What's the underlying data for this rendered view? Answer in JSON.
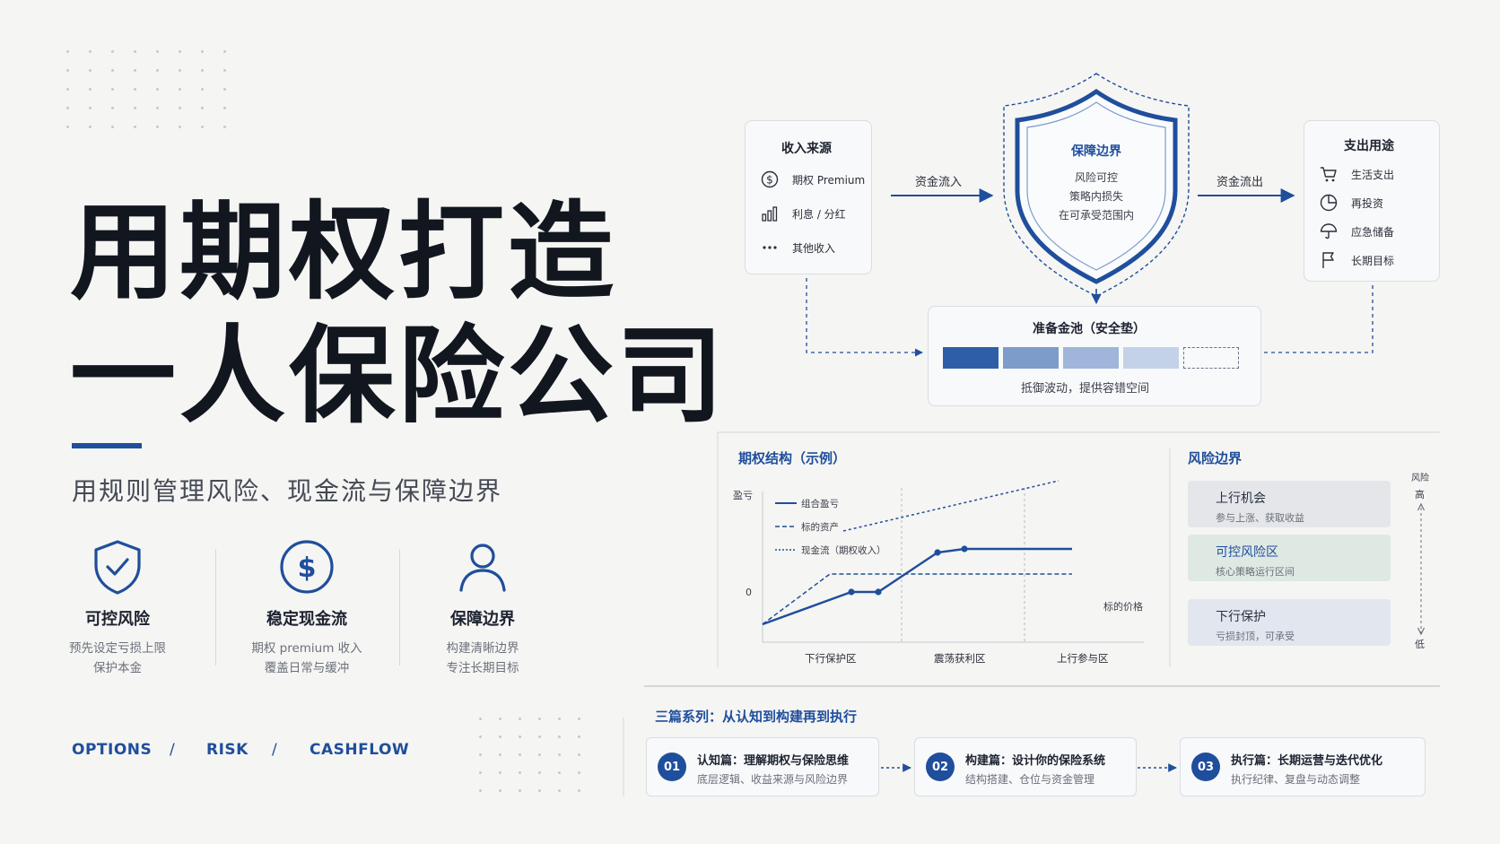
{
  "hero": {
    "title_line1": "用期权打造",
    "title_line2": "一人保险公司",
    "subtitle": "用规则管理风险、现金流与保障边界"
  },
  "features": [
    {
      "title": "可控风险",
      "line1": "预先设定亏损上限",
      "line2": "保护本金",
      "icon": "shield-check-icon"
    },
    {
      "title": "稳定现金流",
      "line1": "期权 premium 收入",
      "line2": "覆盖日常与缓冲",
      "icon": "dollar-circle-icon"
    },
    {
      "title": "保障边界",
      "line1": "构建清晰边界",
      "line2": "专注长期目标",
      "icon": "person-icon"
    }
  ],
  "tags": [
    "OPTIONS",
    "RISK",
    "CASHFLOW"
  ],
  "tag_separator": "/",
  "flow": {
    "income": {
      "title": "收入来源",
      "items": [
        {
          "label": "期权 Premium",
          "icon": "dollar-circle-icon"
        },
        {
          "label": "利息 / 分红",
          "icon": "bar-chart-icon"
        },
        {
          "label": "其他收入",
          "icon": "dots-icon"
        }
      ]
    },
    "inflow_label": "资金流入",
    "shield": {
      "title": "保障边界",
      "lines": [
        "风险可控",
        "策略内损失",
        "在可承受范围内"
      ]
    },
    "outflow_label": "资金流出",
    "expense": {
      "title": "支出用途",
      "items": [
        {
          "label": "生活支出",
          "icon": "cart-icon"
        },
        {
          "label": "再投资",
          "icon": "pie-icon"
        },
        {
          "label": "应急储备",
          "icon": "umbrella-icon"
        },
        {
          "label": "长期目标",
          "icon": "flag-icon"
        }
      ]
    },
    "reserve": {
      "title": "准备金池（安全垫）",
      "caption": "抵御波动，提供容错空间",
      "segment_colors": [
        "#2e5ea8",
        "#7d9cc9",
        "#9fb6da",
        "#c3d2e8"
      ],
      "fill_levels": 4,
      "total_levels": 5
    }
  },
  "payoff": {
    "section_title": "期权结构（示例）",
    "y_label": "盈亏",
    "y_zero_label": "0",
    "x_label": "标的价格",
    "legend": [
      {
        "label": "组合盈亏",
        "style": "solid"
      },
      {
        "label": "标的资产",
        "style": "dashed"
      },
      {
        "label": "现金流（期权收入）",
        "style": "dotted"
      }
    ],
    "zones": [
      "下行保护区",
      "震荡获利区",
      "上行参与区"
    ]
  },
  "chart_data": {
    "type": "line",
    "title": "期权结构（示例）",
    "ylabel": "盈亏",
    "xlabel": "标的价格",
    "x_categories": [
      "下行保护区",
      "震荡获利区",
      "上行参与区"
    ],
    "series": [
      {
        "name": "组合盈亏",
        "points": [
          [
            0,
            -0.9
          ],
          [
            3.3,
            0
          ],
          [
            4.3,
            0
          ],
          [
            6.5,
            1.1
          ],
          [
            7.5,
            1.2
          ],
          [
            11.5,
            1.2
          ]
        ],
        "style": "solid"
      },
      {
        "name": "标的资产",
        "points": [
          [
            0,
            -0.9
          ],
          [
            2.5,
            0.5
          ],
          [
            11.5,
            0.5
          ]
        ],
        "style": "dashed"
      },
      {
        "name": "现金流（期权收入）",
        "points": [
          [
            3,
            1.7
          ],
          [
            11,
            3.1
          ]
        ],
        "style": "dotted"
      }
    ],
    "markers": [
      [
        3.3,
        0
      ],
      [
        4.3,
        0
      ],
      [
        6.5,
        1.1
      ],
      [
        7.5,
        1.2
      ]
    ]
  },
  "risk": {
    "section_title": "风险边界",
    "axis_label": "风险",
    "high": "高",
    "low": "低",
    "boxes": [
      {
        "title": "上行机会",
        "sub": "参与上涨、获取收益",
        "color": "#e4e6ea",
        "title_color": "#2a3040"
      },
      {
        "title": "可控风险区",
        "sub": "核心策略运行区间",
        "color": "#dfe9e3",
        "title_color": "#1f4e9c"
      },
      {
        "title": "下行保护",
        "sub": "亏损封顶，可承受",
        "color": "#e2e6ee",
        "title_color": "#2a3040"
      }
    ]
  },
  "series": {
    "title": "三篇系列：从认知到构建再到执行",
    "items": [
      {
        "num": "01",
        "title": "认知篇：理解期权与保险思维",
        "sub": "底层逻辑、收益来源与风险边界"
      },
      {
        "num": "02",
        "title": "构建篇：设计你的保险系统",
        "sub": "结构搭建、仓位与资金管理"
      },
      {
        "num": "03",
        "title": "执行篇：长期运营与迭代优化",
        "sub": "执行纪律、复盘与动态调整"
      }
    ]
  },
  "colors": {
    "accent": "#1f4e9c",
    "bg": "#f5f5f3"
  }
}
